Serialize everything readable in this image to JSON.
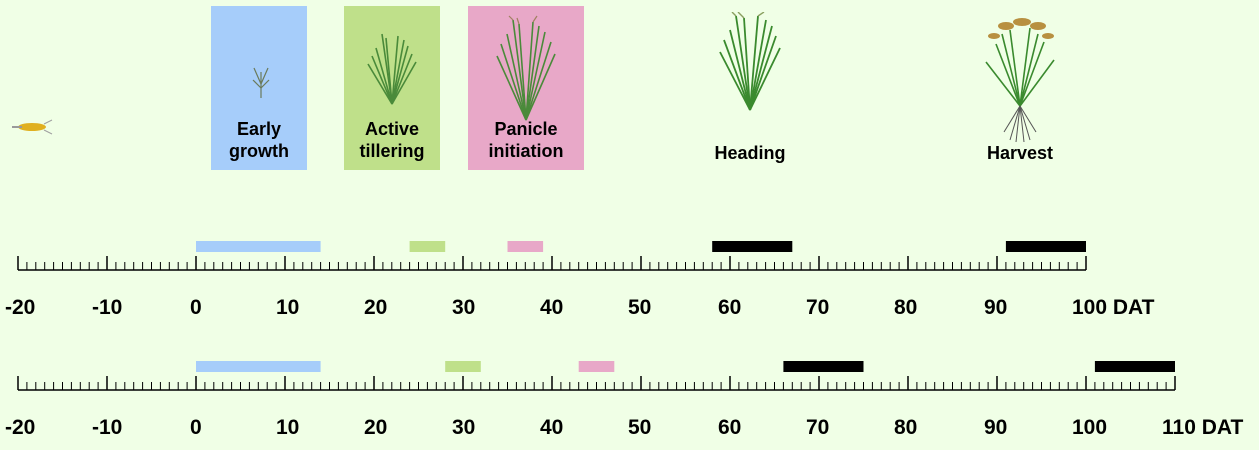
{
  "stages": [
    {
      "id": "seed",
      "label": "",
      "color": ""
    },
    {
      "id": "early-growth",
      "label": "Early\ngrowth",
      "color": "#a6cdfa"
    },
    {
      "id": "active-tillering",
      "label": "Active\ntillering",
      "color": "#bfe08a"
    },
    {
      "id": "panicle-initiation",
      "label": "Panicle\ninitiation",
      "color": "#e8a8c8"
    },
    {
      "id": "heading",
      "label": "Heading",
      "color": ""
    },
    {
      "id": "harvest",
      "label": "Harvest",
      "color": ""
    }
  ],
  "timelines": [
    {
      "unit": "DAT",
      "min": -20,
      "max": 100,
      "tick_labels": [
        "-20",
        "-10",
        "0",
        "10",
        "20",
        "30",
        "40",
        "50",
        "60",
        "70",
        "80",
        "90",
        "100 DAT"
      ],
      "phases": [
        {
          "stage": "early-growth",
          "start": 0,
          "end": 14,
          "color": "#a6cdfa"
        },
        {
          "stage": "active-tillering",
          "start": 24,
          "end": 28,
          "color": "#bfe08a"
        },
        {
          "stage": "panicle-initiation",
          "start": 35,
          "end": 39,
          "color": "#e8a8c8"
        },
        {
          "stage": "heading",
          "start": 58,
          "end": 67,
          "color": "#000000"
        },
        {
          "stage": "harvest",
          "start": 91,
          "end": 100,
          "color": "#000000"
        }
      ]
    },
    {
      "unit": "DAT",
      "min": -20,
      "max": 110,
      "tick_labels": [
        "-20",
        "-10",
        "0",
        "10",
        "20",
        "30",
        "40",
        "50",
        "60",
        "70",
        "80",
        "90",
        "100",
        "110 DAT"
      ],
      "phases": [
        {
          "stage": "early-growth",
          "start": 0,
          "end": 14,
          "color": "#a6cdfa"
        },
        {
          "stage": "active-tillering",
          "start": 28,
          "end": 32,
          "color": "#bfe08a"
        },
        {
          "stage": "panicle-initiation",
          "start": 43,
          "end": 47,
          "color": "#e8a8c8"
        },
        {
          "stage": "heading",
          "start": 66,
          "end": 75,
          "color": "#000000"
        },
        {
          "stage": "harvest",
          "start": 101,
          "end": 110,
          "color": "#000000"
        }
      ]
    }
  ]
}
